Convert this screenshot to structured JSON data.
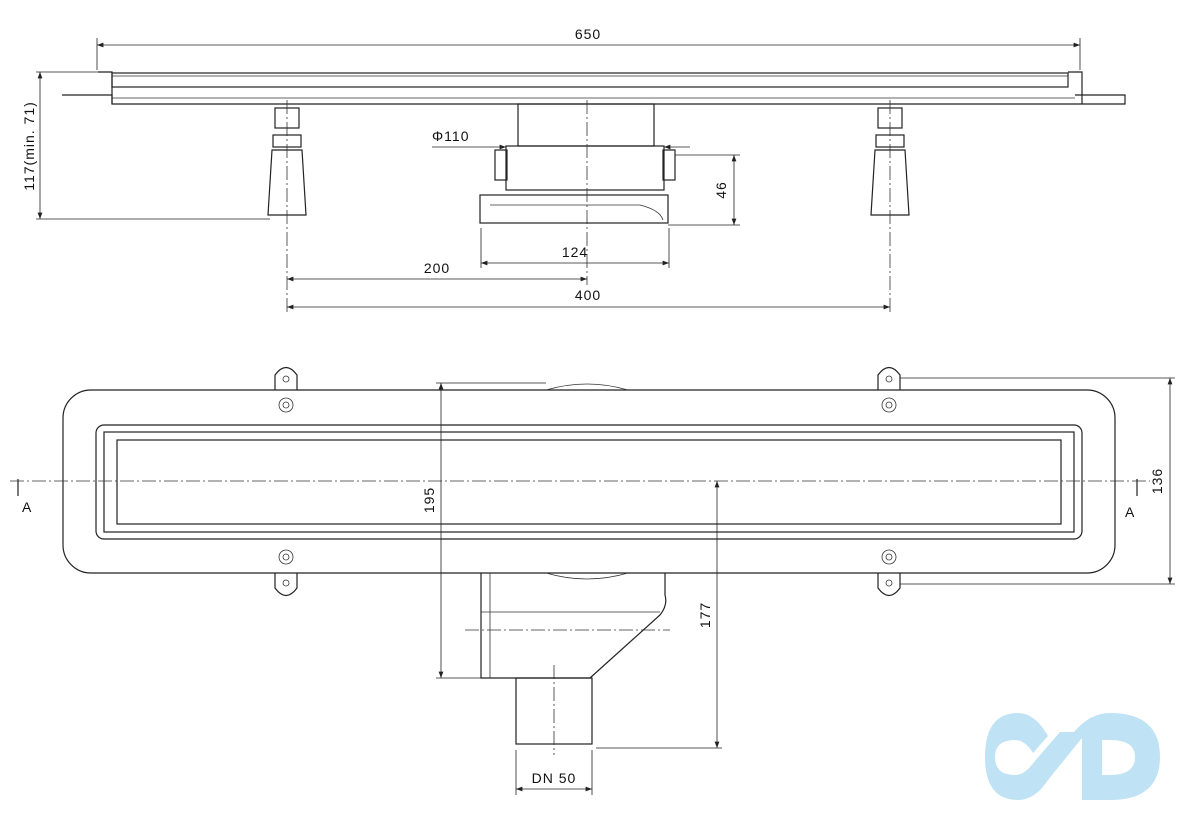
{
  "drawing": {
    "side_view": {
      "overall_length": "650",
      "height": "117(min. 71)",
      "outlet_diameter": "Φ110",
      "outlet_height": "46",
      "outlet_width": "124",
      "outlet_offset": "200",
      "feet_spacing": "400"
    },
    "top_view": {
      "body_depth": "195",
      "channel_width": "136",
      "outlet_depth": "177",
      "pipe_size": "DN 50",
      "section_left": "A",
      "section_right": "A"
    }
  },
  "watermark": {
    "text": "CD",
    "color": "#bfe3f5"
  }
}
